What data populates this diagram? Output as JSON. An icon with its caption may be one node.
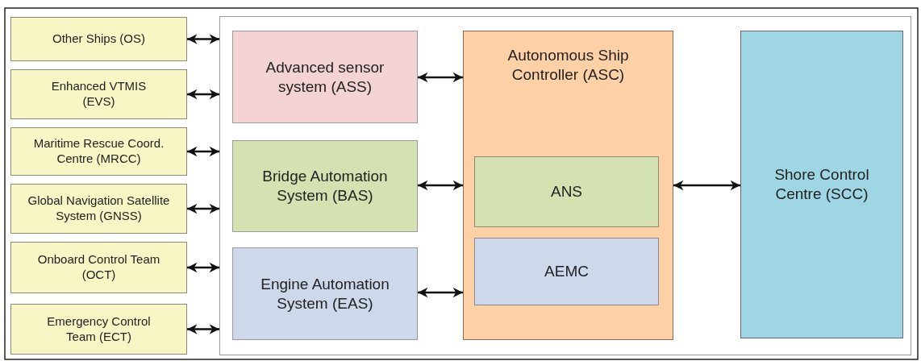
{
  "diagram": {
    "nodes": [
      {
        "text": [
          "Other Ships (OS)"
        ]
      },
      {
        "text": [
          "Enhanced VTMIS (EVS)"
        ]
      },
      {
        "text": [
          "Maritime Rescue Coord. Centre (MRCC)"
        ]
      },
      {
        "text": [
          "Global Navigation Satellite System (GNSS)"
        ]
      },
      {
        "text": [
          "Onboard Control Team (OCT)"
        ]
      },
      {
        "text": [
          "Emergency Control Team (ECT)"
        ]
      },
      {
        "text": [],
        "shape": "box"
      },
      {
        "text": [
          "Advanced sensor system (ASS)"
        ],
        "in": 6
      },
      {
        "text": [
          "Bridge Automation System (BAS)"
        ],
        "in": 6
      },
      {
        "text": [
          "Engine Automation System (EAS)"
        ],
        "in": 6
      },
      {
        "text": [
          "Autonomous Ship Controller (ASC)"
        ],
        "in": 6
      },
      {
        "text": [
          "ANS"
        ],
        "in": 10
      },
      {
        "text": [
          "AEMC"
        ],
        "in": 10
      },
      {
        "text": [
          "Shore Control Centre (SCC)"
        ],
        "in": 6
      }
    ],
    "edges": [
      {
        "from": 0,
        "to": 6,
        "arrow": "both"
      },
      {
        "from": 1,
        "to": 6,
        "arrow": "both"
      },
      {
        "from": 2,
        "to": 6,
        "arrow": "both"
      },
      {
        "from": 3,
        "to": 6,
        "arrow": "both"
      },
      {
        "from": 4,
        "to": 6,
        "arrow": "both"
      },
      {
        "from": 5,
        "to": 6,
        "arrow": "both"
      },
      {
        "from": 7,
        "to": 10,
        "arrow": "both"
      },
      {
        "from": 8,
        "to": 10,
        "arrow": "both"
      },
      {
        "from": 9,
        "to": 10,
        "arrow": "both"
      },
      {
        "from": 10,
        "to": 13,
        "arrow": "both"
      }
    ]
  }
}
